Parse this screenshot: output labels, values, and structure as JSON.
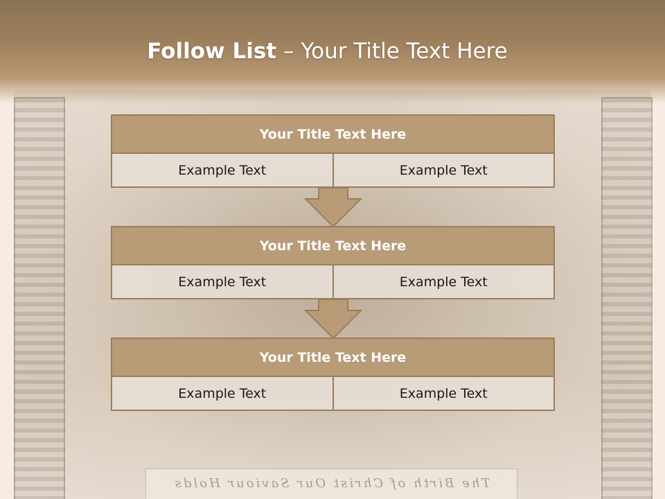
{
  "slide": {
    "title_bold": "Follow List",
    "title_rest": " – Your Title Text Here",
    "background_caption": "The Birth of Christ     Our Saviour Holds",
    "colors": {
      "header_top": "#8a7154",
      "block_title_fill": "#b89b77",
      "block_border": "#9a7d5a",
      "cell_fill": "#e6ddd6"
    }
  },
  "blocks": [
    {
      "title": "Your Title Text Here",
      "left": "Example Text",
      "right": "Example Text"
    },
    {
      "title": "Your Title Text Here",
      "left": "Example Text",
      "right": "Example Text"
    },
    {
      "title": "Your Title Text Here",
      "left": "Example Text",
      "right": "Example Text"
    }
  ],
  "arrows": [
    {
      "icon": "arrow-down-icon"
    },
    {
      "icon": "arrow-down-icon"
    }
  ]
}
